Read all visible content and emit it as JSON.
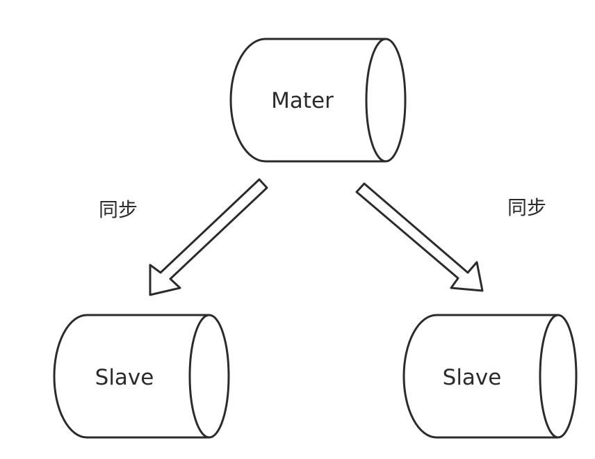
{
  "nodes": {
    "master": {
      "label": "Mater"
    },
    "slave_left": {
      "label": "Slave"
    },
    "slave_right": {
      "label": "Slave"
    }
  },
  "edges": {
    "left": {
      "label": "同步"
    },
    "right": {
      "label": "同步"
    }
  }
}
